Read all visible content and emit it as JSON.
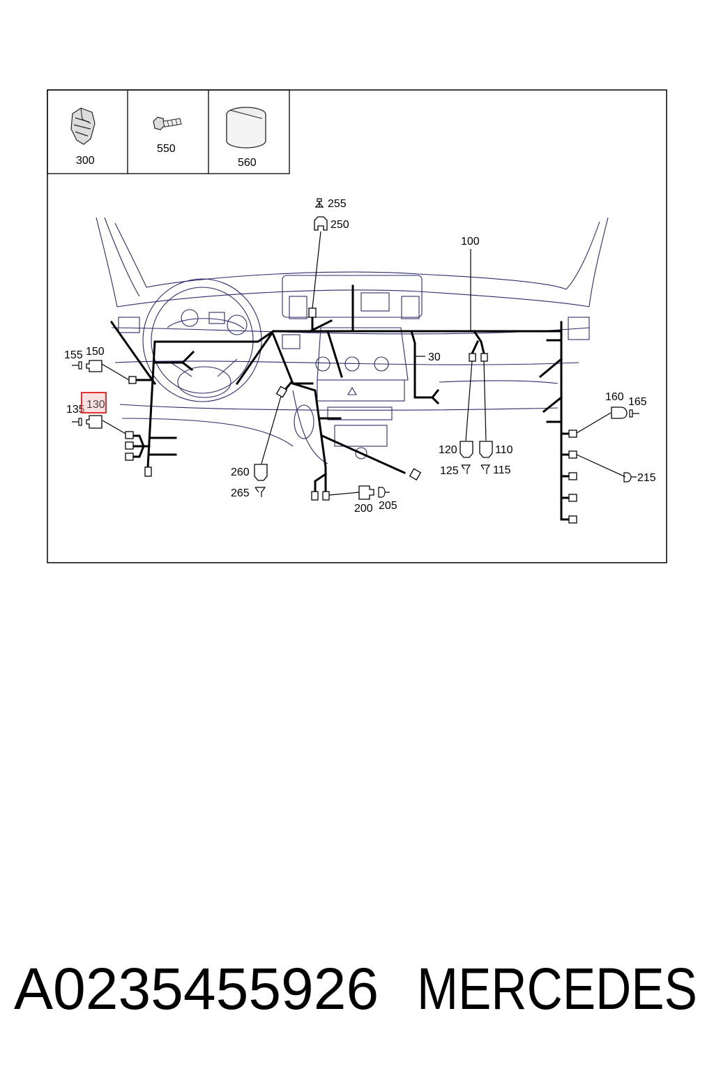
{
  "parts_table": [
    {
      "number": "300",
      "icon": "clip-icon"
    },
    {
      "number": "550",
      "icon": "bolt-icon"
    },
    {
      "number": "560",
      "icon": "tape-roll-icon"
    }
  ],
  "callouts": {
    "c255": "255",
    "c250": "250",
    "c100": "100",
    "c30": "30",
    "c155": "155",
    "c150": "150",
    "c130": "130",
    "c135": "135",
    "c160": "160",
    "c165": "165",
    "c120": "120",
    "c110": "110",
    "c125": "125",
    "c115": "115",
    "c260": "260",
    "c265": "265",
    "c200": "200",
    "c205": "205",
    "c215": "215"
  },
  "highlight": {
    "label": "130",
    "color": "#e03030"
  },
  "footer": {
    "part_number": "A0235455926",
    "brand": "MERCEDES"
  }
}
